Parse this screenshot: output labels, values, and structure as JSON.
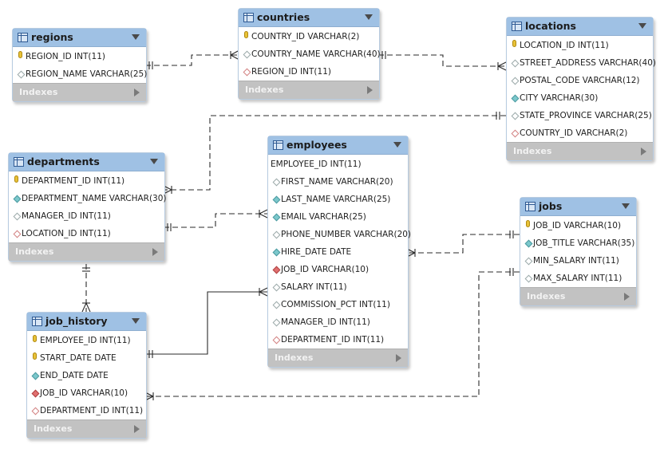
{
  "tables": {
    "regions": {
      "title": "regions",
      "columns": [
        {
          "text": "REGION_ID INT(11)",
          "icon": "pk"
        },
        {
          "text": "REGION_NAME VARCHAR(25)",
          "icon": "nl"
        }
      ],
      "footer": "Indexes"
    },
    "countries": {
      "title": "countries",
      "columns": [
        {
          "text": "COUNTRY_ID VARCHAR(2)",
          "icon": "pk"
        },
        {
          "text": "COUNTRY_NAME VARCHAR(40)",
          "icon": "nl"
        },
        {
          "text": "REGION_ID INT(11)",
          "icon": "fkn"
        }
      ],
      "footer": "Indexes"
    },
    "locations": {
      "title": "locations",
      "columns": [
        {
          "text": "LOCATION_ID INT(11)",
          "icon": "pk"
        },
        {
          "text": "STREET_ADDRESS VARCHAR(40)",
          "icon": "nl"
        },
        {
          "text": "POSTAL_CODE VARCHAR(12)",
          "icon": "nl"
        },
        {
          "text": "CITY VARCHAR(30)",
          "icon": "nn"
        },
        {
          "text": "STATE_PROVINCE VARCHAR(25)",
          "icon": "nl"
        },
        {
          "text": "COUNTRY_ID VARCHAR(2)",
          "icon": "fkn"
        }
      ],
      "footer": "Indexes"
    },
    "departments": {
      "title": "departments",
      "columns": [
        {
          "text": "DEPARTMENT_ID INT(11)",
          "icon": "pk"
        },
        {
          "text": "DEPARTMENT_NAME VARCHAR(30)",
          "icon": "nn"
        },
        {
          "text": "MANAGER_ID INT(11)",
          "icon": "nl"
        },
        {
          "text": "LOCATION_ID INT(11)",
          "icon": "fkn"
        }
      ],
      "footer": "Indexes"
    },
    "employees": {
      "title": "employees",
      "columns": [
        {
          "text": "EMPLOYEE_ID INT(11)",
          "icon": "none"
        },
        {
          "text": "FIRST_NAME VARCHAR(20)",
          "icon": "nl"
        },
        {
          "text": "LAST_NAME VARCHAR(25)",
          "icon": "nn"
        },
        {
          "text": "EMAIL VARCHAR(25)",
          "icon": "nn"
        },
        {
          "text": "PHONE_NUMBER VARCHAR(20)",
          "icon": "nl"
        },
        {
          "text": "HIRE_DATE DATE",
          "icon": "nn"
        },
        {
          "text": "JOB_ID VARCHAR(10)",
          "icon": "fk"
        },
        {
          "text": "SALARY INT(11)",
          "icon": "nl"
        },
        {
          "text": "COMMISSION_PCT INT(11)",
          "icon": "nl"
        },
        {
          "text": "MANAGER_ID INT(11)",
          "icon": "nl"
        },
        {
          "text": "DEPARTMENT_ID INT(11)",
          "icon": "fkn"
        }
      ],
      "footer": "Indexes"
    },
    "jobs": {
      "title": "jobs",
      "columns": [
        {
          "text": "JOB_ID VARCHAR(10)",
          "icon": "pk"
        },
        {
          "text": "JOB_TITLE VARCHAR(35)",
          "icon": "nn"
        },
        {
          "text": "MIN_SALARY INT(11)",
          "icon": "nl"
        },
        {
          "text": "MAX_SALARY INT(11)",
          "icon": "nl"
        }
      ],
      "footer": "Indexes"
    },
    "job_history": {
      "title": "job_history",
      "columns": [
        {
          "text": "EMPLOYEE_ID INT(11)",
          "icon": "pk"
        },
        {
          "text": "START_DATE DATE",
          "icon": "pk"
        },
        {
          "text": "END_DATE DATE",
          "icon": "nn"
        },
        {
          "text": "JOB_ID VARCHAR(10)",
          "icon": "fk"
        },
        {
          "text": "DEPARTMENT_ID INT(11)",
          "icon": "fkn"
        }
      ],
      "footer": "Indexes"
    }
  },
  "relationships": [
    {
      "from": "regions",
      "to": "countries"
    },
    {
      "from": "countries",
      "to": "locations"
    },
    {
      "from": "locations",
      "to": "departments"
    },
    {
      "from": "departments",
      "to": "employees"
    },
    {
      "from": "jobs",
      "to": "employees"
    },
    {
      "from": "employees",
      "to": "job_history"
    },
    {
      "from": "jobs",
      "to": "job_history"
    },
    {
      "from": "departments",
      "to": "job_history"
    }
  ],
  "colors": {
    "header": "#9fc1e4",
    "footer": "#c2c2c2",
    "line": "#2a2a2a"
  }
}
